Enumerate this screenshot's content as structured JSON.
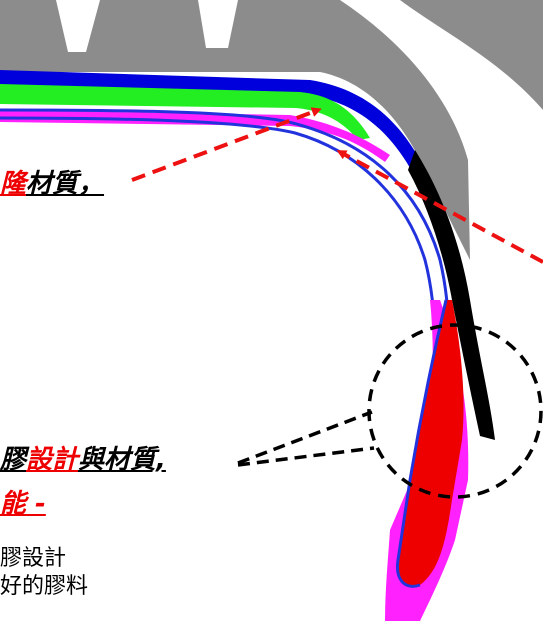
{
  "labels": {
    "top_fragment_red": "隆",
    "top_fragment_black": "材質，",
    "mid_fragment_black_1": "膠",
    "mid_fragment_red": "設計",
    "mid_fragment_black_2": "與材質,",
    "mid2_fragment_red": "能 -",
    "note_line_1": "膠設計",
    "note_line_2": "好的膠料"
  },
  "colors": {
    "tread_gray": "#8c8c8c",
    "belt_blue": "#0000dd",
    "belt_green": "#22ee22",
    "liner_magenta": "#ff22ff",
    "bead_red": "#ee0000",
    "sidewall_black": "#000000",
    "arrow_red": "#ee1111"
  }
}
